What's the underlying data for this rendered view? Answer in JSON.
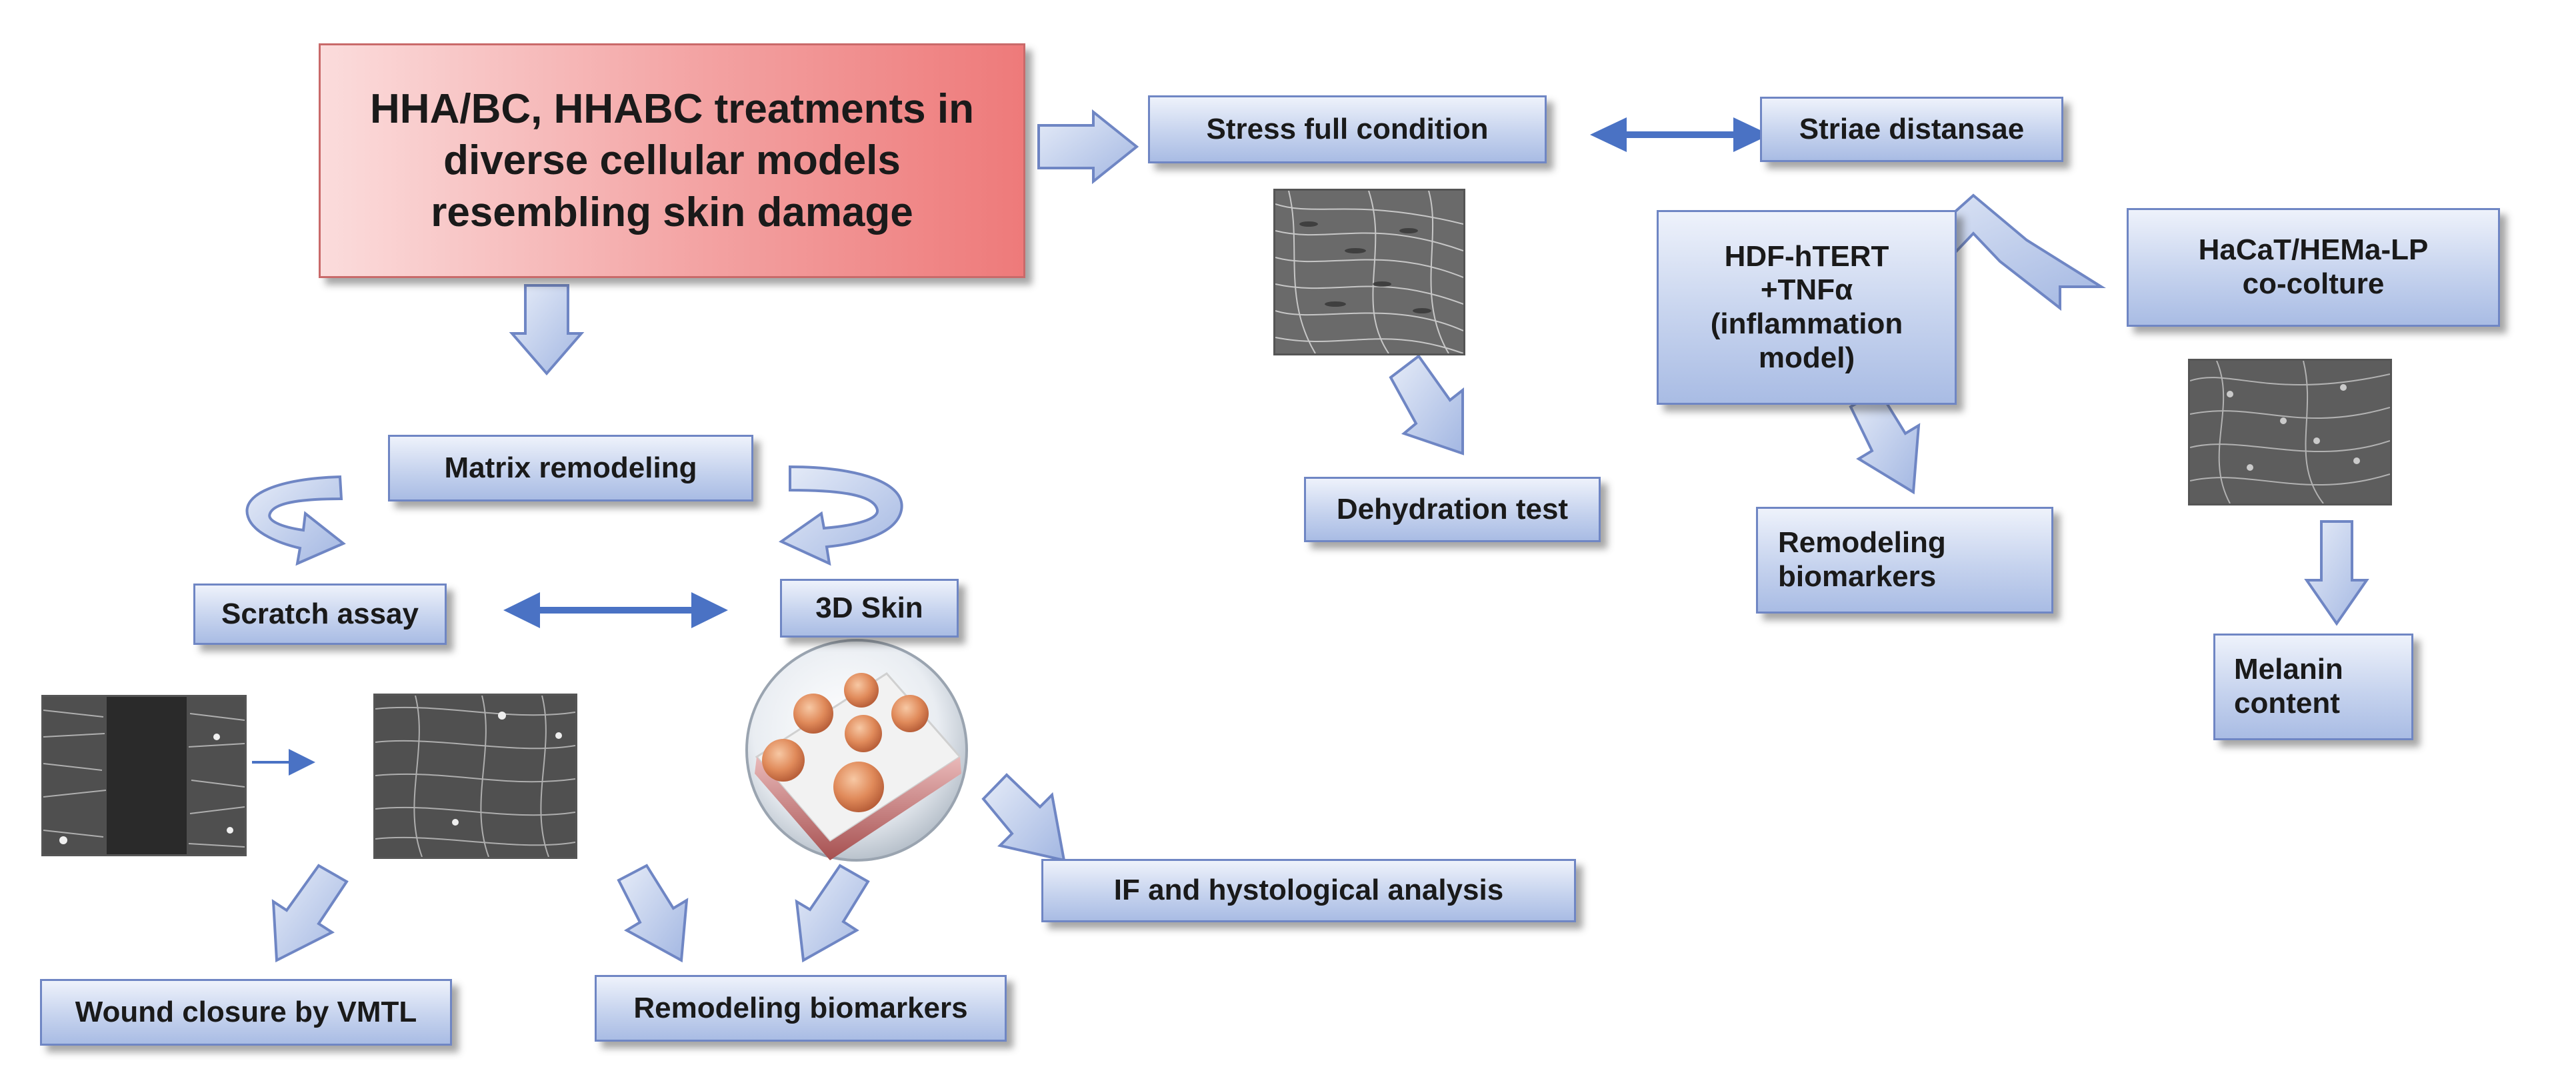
{
  "boxes": {
    "main": "HHA/BC, HHABC treatments in\ndiverse cellular models\nresembling skin damage",
    "stress": "Stress full condition",
    "striae": "Striae distansae",
    "hdf": "HDF-hTERT\n+TNFα\n(inflammation\nmodel)",
    "hacat": "HaCaT/HEMa-LP\nco-colture",
    "matrix": "Matrix remodeling",
    "dehydration": "Dehydration test",
    "remodeling_right": "Remodeling\nbiomarkers",
    "scratch": "Scratch assay",
    "skin3d": "3D Skin",
    "melanin": "Melanin\ncontent",
    "if_analysis": "IF and hystological analysis",
    "wound": "Wound closure by VMTL",
    "remodeling_bottom": "Remodeling  biomarkers"
  },
  "colors": {
    "box_fill": "#c6d3ee",
    "box_border": "#6f86c4",
    "main_fill": "#f3a2a2",
    "arrow_fill": "#b8c8ea",
    "arrow_stroke": "#6f86c4",
    "double_arrow": "#4a72c4"
  },
  "images": {
    "stress_micro": "fibroblast-micrograph",
    "hacat_micro": "coculture-micrograph",
    "scratch_before": "scratch-wound-micrograph",
    "scratch_after": "scratch-closed-micrograph",
    "skin3d_photo": "3d-skin-model-photo"
  }
}
